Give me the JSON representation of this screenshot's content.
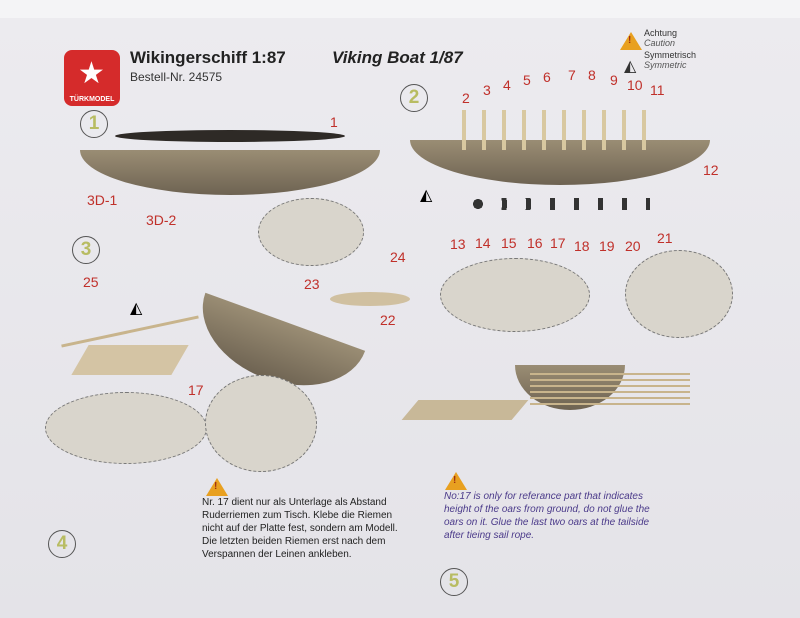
{
  "header": {
    "title_de": "Wikingerschiff 1:87",
    "title_en": "Viking Boat 1/87",
    "order_no": "Bestell-Nr. 24575",
    "brand": "TÜRKMODEL"
  },
  "legend": {
    "achtung": "Achtung",
    "caution": "Caution",
    "symmetrisch": "Symmetrisch",
    "symmetric": "Symmetric"
  },
  "steps": [
    "1",
    "2",
    "3",
    "4",
    "5"
  ],
  "parts": [
    "1",
    "2",
    "3",
    "4",
    "5",
    "6",
    "7",
    "8",
    "9",
    "10",
    "11",
    "12",
    "13",
    "14",
    "15",
    "16",
    "17",
    "18",
    "19",
    "20",
    "21",
    "22",
    "23",
    "24",
    "25",
    "17",
    "3D-1",
    "3D-2"
  ],
  "notes": {
    "de": "Nr. 17 dient nur als Unterlage als Abstand Ruderriemen zum Tisch. Klebe die Riemen nicht auf der Platte fest, sondern am Modell. Die letzten beiden Riemen erst nach dem Verspannen der Leinen ankleben.",
    "en": "No:17 is only for referance part that indicates height of the oars from ground, do not glue the oars on it. Glue the last two oars at the tailside after tieing sail rope."
  }
}
